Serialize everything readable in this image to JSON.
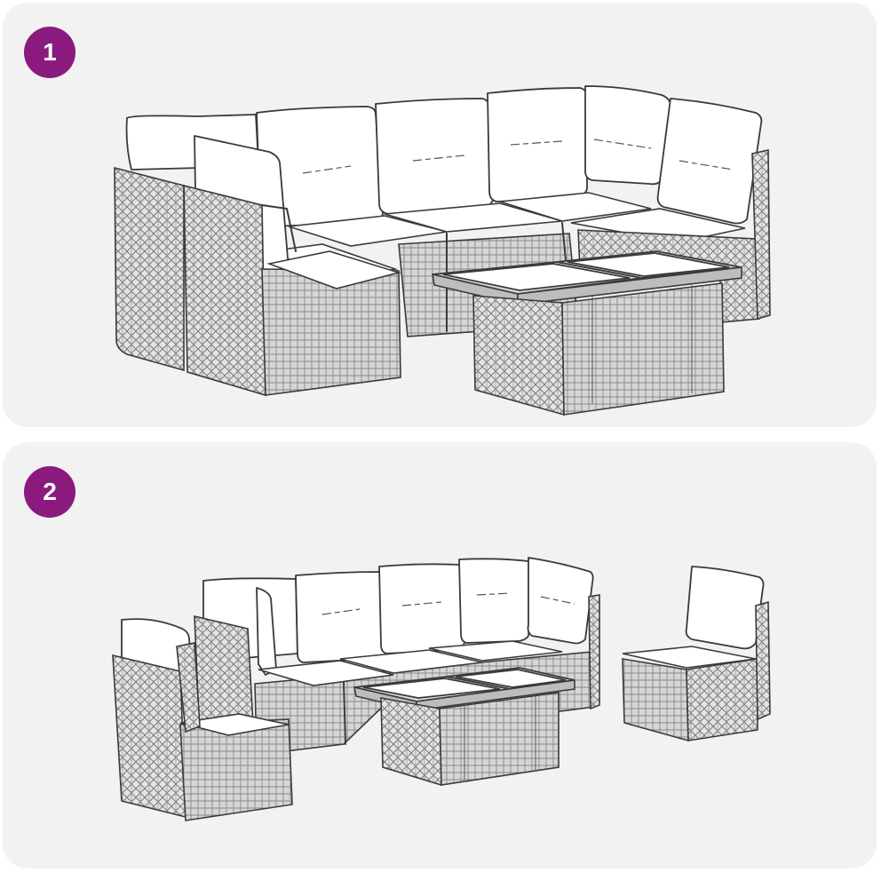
{
  "steps": [
    {
      "number": "1",
      "image": "assembled-l-shaped-rattan-sofa-set-with-coffee-table-illustration"
    },
    {
      "number": "2",
      "image": "separated-modular-rattan-sofa-modules-with-coffee-table-illustration"
    }
  ],
  "colors": {
    "badge": "#8b1a7e",
    "panel_background": "#f2f2f2",
    "page_background": "#ffffff",
    "line": "#3a3a3a"
  }
}
